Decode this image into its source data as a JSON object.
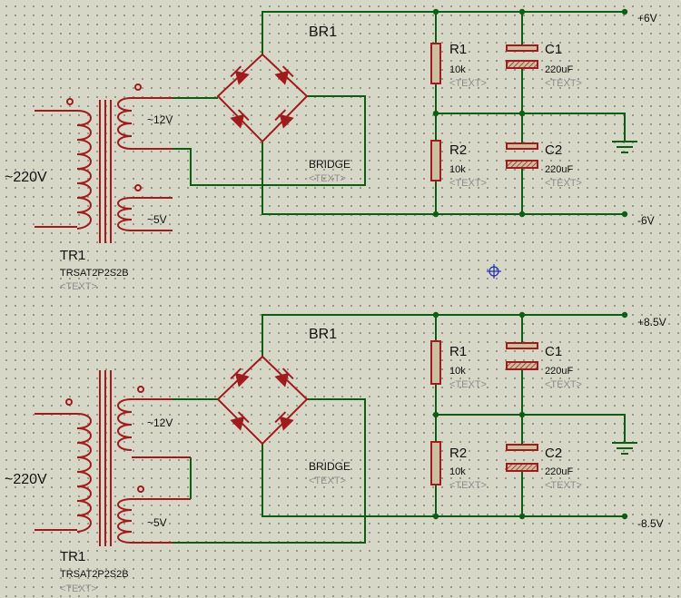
{
  "circuits": [
    {
      "transformer": {
        "ref": "TR1",
        "model": "TRSAT2P2S2B",
        "text": "<TEXT>",
        "primary": "~220V",
        "sec1": "~12V",
        "sec2": "~5V"
      },
      "bridge": {
        "ref": "BR1",
        "value": "BRIDGE",
        "text": "<TEXT>"
      },
      "r1": {
        "ref": "R1",
        "value": "10k",
        "text": "<TEXT>"
      },
      "r2": {
        "ref": "R2",
        "value": "10k",
        "text": "<TEXT>"
      },
      "c1": {
        "ref": "C1",
        "value": "220uF",
        "text": "<TEXT>"
      },
      "c2": {
        "ref": "C2",
        "value": "220uF",
        "text": "<TEXT>"
      },
      "pos": "+6V",
      "neg": "-6V"
    },
    {
      "transformer": {
        "ref": "TR1",
        "model": "TRSAT2P2S2B",
        "text": "<TEXT>",
        "primary": "~220V",
        "sec1": "~12V",
        "sec2": "~5V"
      },
      "bridge": {
        "ref": "BR1",
        "value": "BRIDGE",
        "text": "<TEXT>"
      },
      "r1": {
        "ref": "R1",
        "value": "10k",
        "text": "<TEXT>"
      },
      "r2": {
        "ref": "R2",
        "value": "10k",
        "text": "<TEXT>"
      },
      "c1": {
        "ref": "C1",
        "value": "220uF",
        "text": "<TEXT>"
      },
      "c2": {
        "ref": "C2",
        "value": "220uF",
        "text": "<TEXT>"
      },
      "pos": "+8.5V",
      "neg": "-8.5V"
    }
  ]
}
